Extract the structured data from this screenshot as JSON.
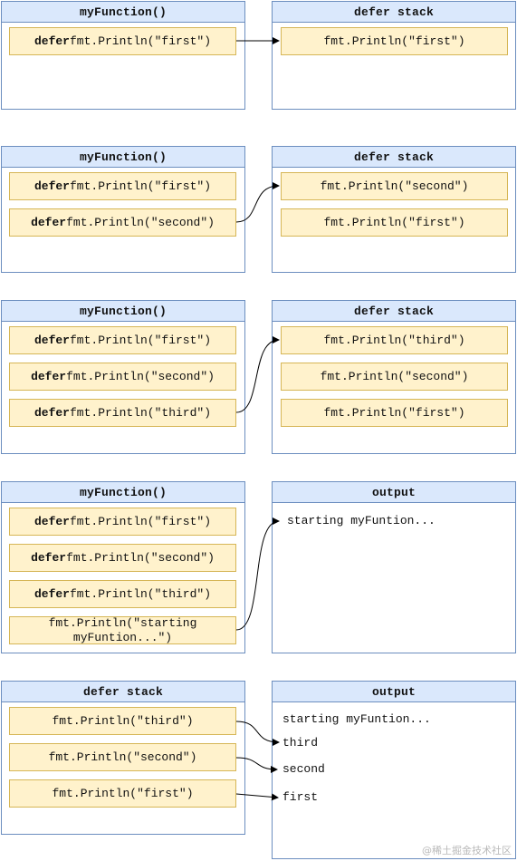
{
  "section1": {
    "left_title": "myFunction()",
    "right_title": "defer stack",
    "left_items": [
      {
        "kw": "defer",
        "code": "fmt.Println(\"first\")"
      }
    ],
    "right_items": [
      "fmt.Println(\"first\")"
    ]
  },
  "section2": {
    "left_title": "myFunction()",
    "right_title": "defer stack",
    "left_items": [
      {
        "kw": "defer",
        "code": "fmt.Println(\"first\")"
      },
      {
        "kw": "defer",
        "code": "fmt.Println(\"second\")"
      }
    ],
    "right_items": [
      "fmt.Println(\"second\")",
      "fmt.Println(\"first\")"
    ]
  },
  "section3": {
    "left_title": "myFunction()",
    "right_title": "defer stack",
    "left_items": [
      {
        "kw": "defer",
        "code": "fmt.Println(\"first\")"
      },
      {
        "kw": "defer",
        "code": "fmt.Println(\"second\")"
      },
      {
        "kw": "defer",
        "code": "fmt.Println(\"third\")"
      }
    ],
    "right_items": [
      "fmt.Println(\"third\")",
      "fmt.Println(\"second\")",
      "fmt.Println(\"first\")"
    ]
  },
  "section4": {
    "left_title": "myFunction()",
    "right_title": "output",
    "left_items": [
      {
        "kw": "defer",
        "code": "fmt.Println(\"first\")"
      },
      {
        "kw": "defer",
        "code": "fmt.Println(\"second\")"
      },
      {
        "kw": "defer",
        "code": "fmt.Println(\"third\")"
      }
    ],
    "last_item": "fmt.Println(\"starting myFuntion...\")",
    "output_lines": [
      "starting myFuntion..."
    ]
  },
  "section5": {
    "left_title": "defer stack",
    "right_title": "output",
    "left_items": [
      "fmt.Println(\"third\")",
      "fmt.Println(\"second\")",
      "fmt.Println(\"first\")"
    ],
    "output_lines": [
      "starting myFuntion...",
      "third",
      "second",
      "first"
    ]
  },
  "watermark": "@稀土掘金技术社区"
}
